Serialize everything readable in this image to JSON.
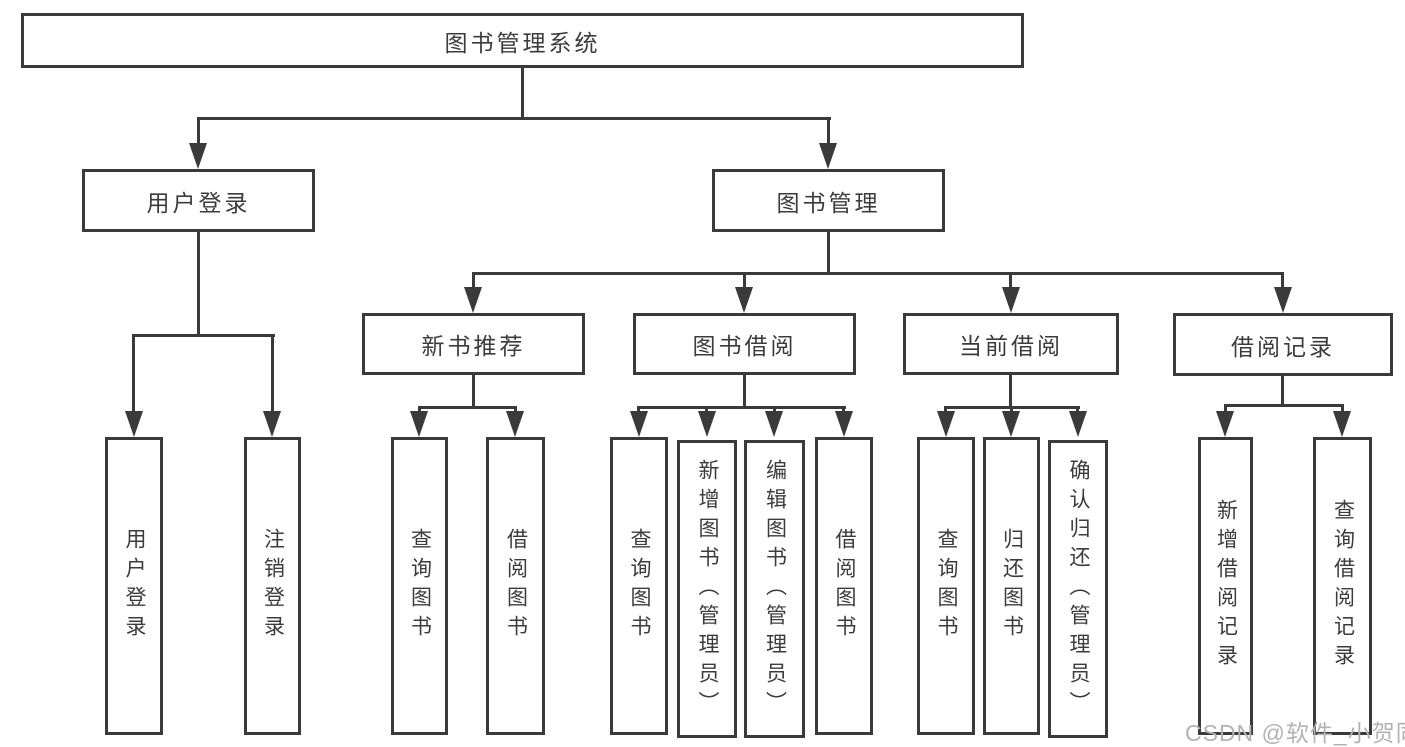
{
  "diagram": {
    "root": {
      "label": "图书管理系统"
    },
    "login_branch": {
      "label": "用户登录",
      "leaves": [
        "用户登录",
        "注销登录"
      ]
    },
    "mgmt_branch": {
      "label": "图书管理",
      "groups": [
        {
          "label": "新书推荐",
          "leaves": [
            "查询图书",
            "借阅图书"
          ]
        },
        {
          "label": "图书借阅",
          "leaves": [
            "查询图书",
            "新增图书（管理员）",
            "编辑图书（管理员）",
            "借阅图书"
          ]
        },
        {
          "label": "当前借阅",
          "leaves": [
            "查询图书",
            "归还图书",
            "确认归还（管理员）"
          ]
        },
        {
          "label": "借阅记录",
          "leaves": [
            "新增借阅记录",
            "查询借阅记录"
          ]
        }
      ]
    }
  },
  "watermark": {
    "text": "CSDN @软件_小贺同学"
  },
  "colors": {
    "line": "#3a3a3a",
    "text": "#3c3c3c",
    "background": "#ffffff",
    "watermark": "#b3b3b3"
  }
}
